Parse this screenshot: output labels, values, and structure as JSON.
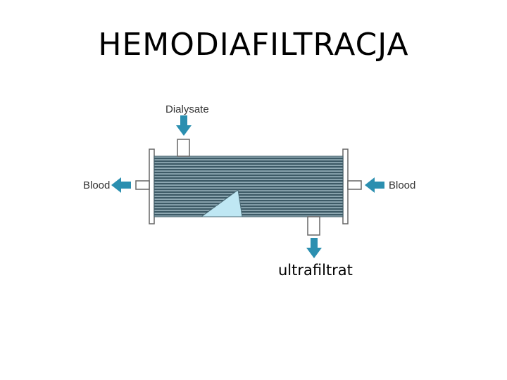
{
  "slide": {
    "title": "HEMODIAFILTRACJA"
  },
  "diagram": {
    "label_dialysate": "Dialysate",
    "label_blood_out": "Blood",
    "label_blood_in": "Blood",
    "caption_ultrafiltrate": "ultrafiltrat",
    "colors": {
      "fiber_dark": "#3d5a66",
      "fiber_light": "#8fa9b3",
      "arrow": "#2b8fb0",
      "cutaway": "#bfe7f3",
      "frame": "#666666"
    }
  }
}
